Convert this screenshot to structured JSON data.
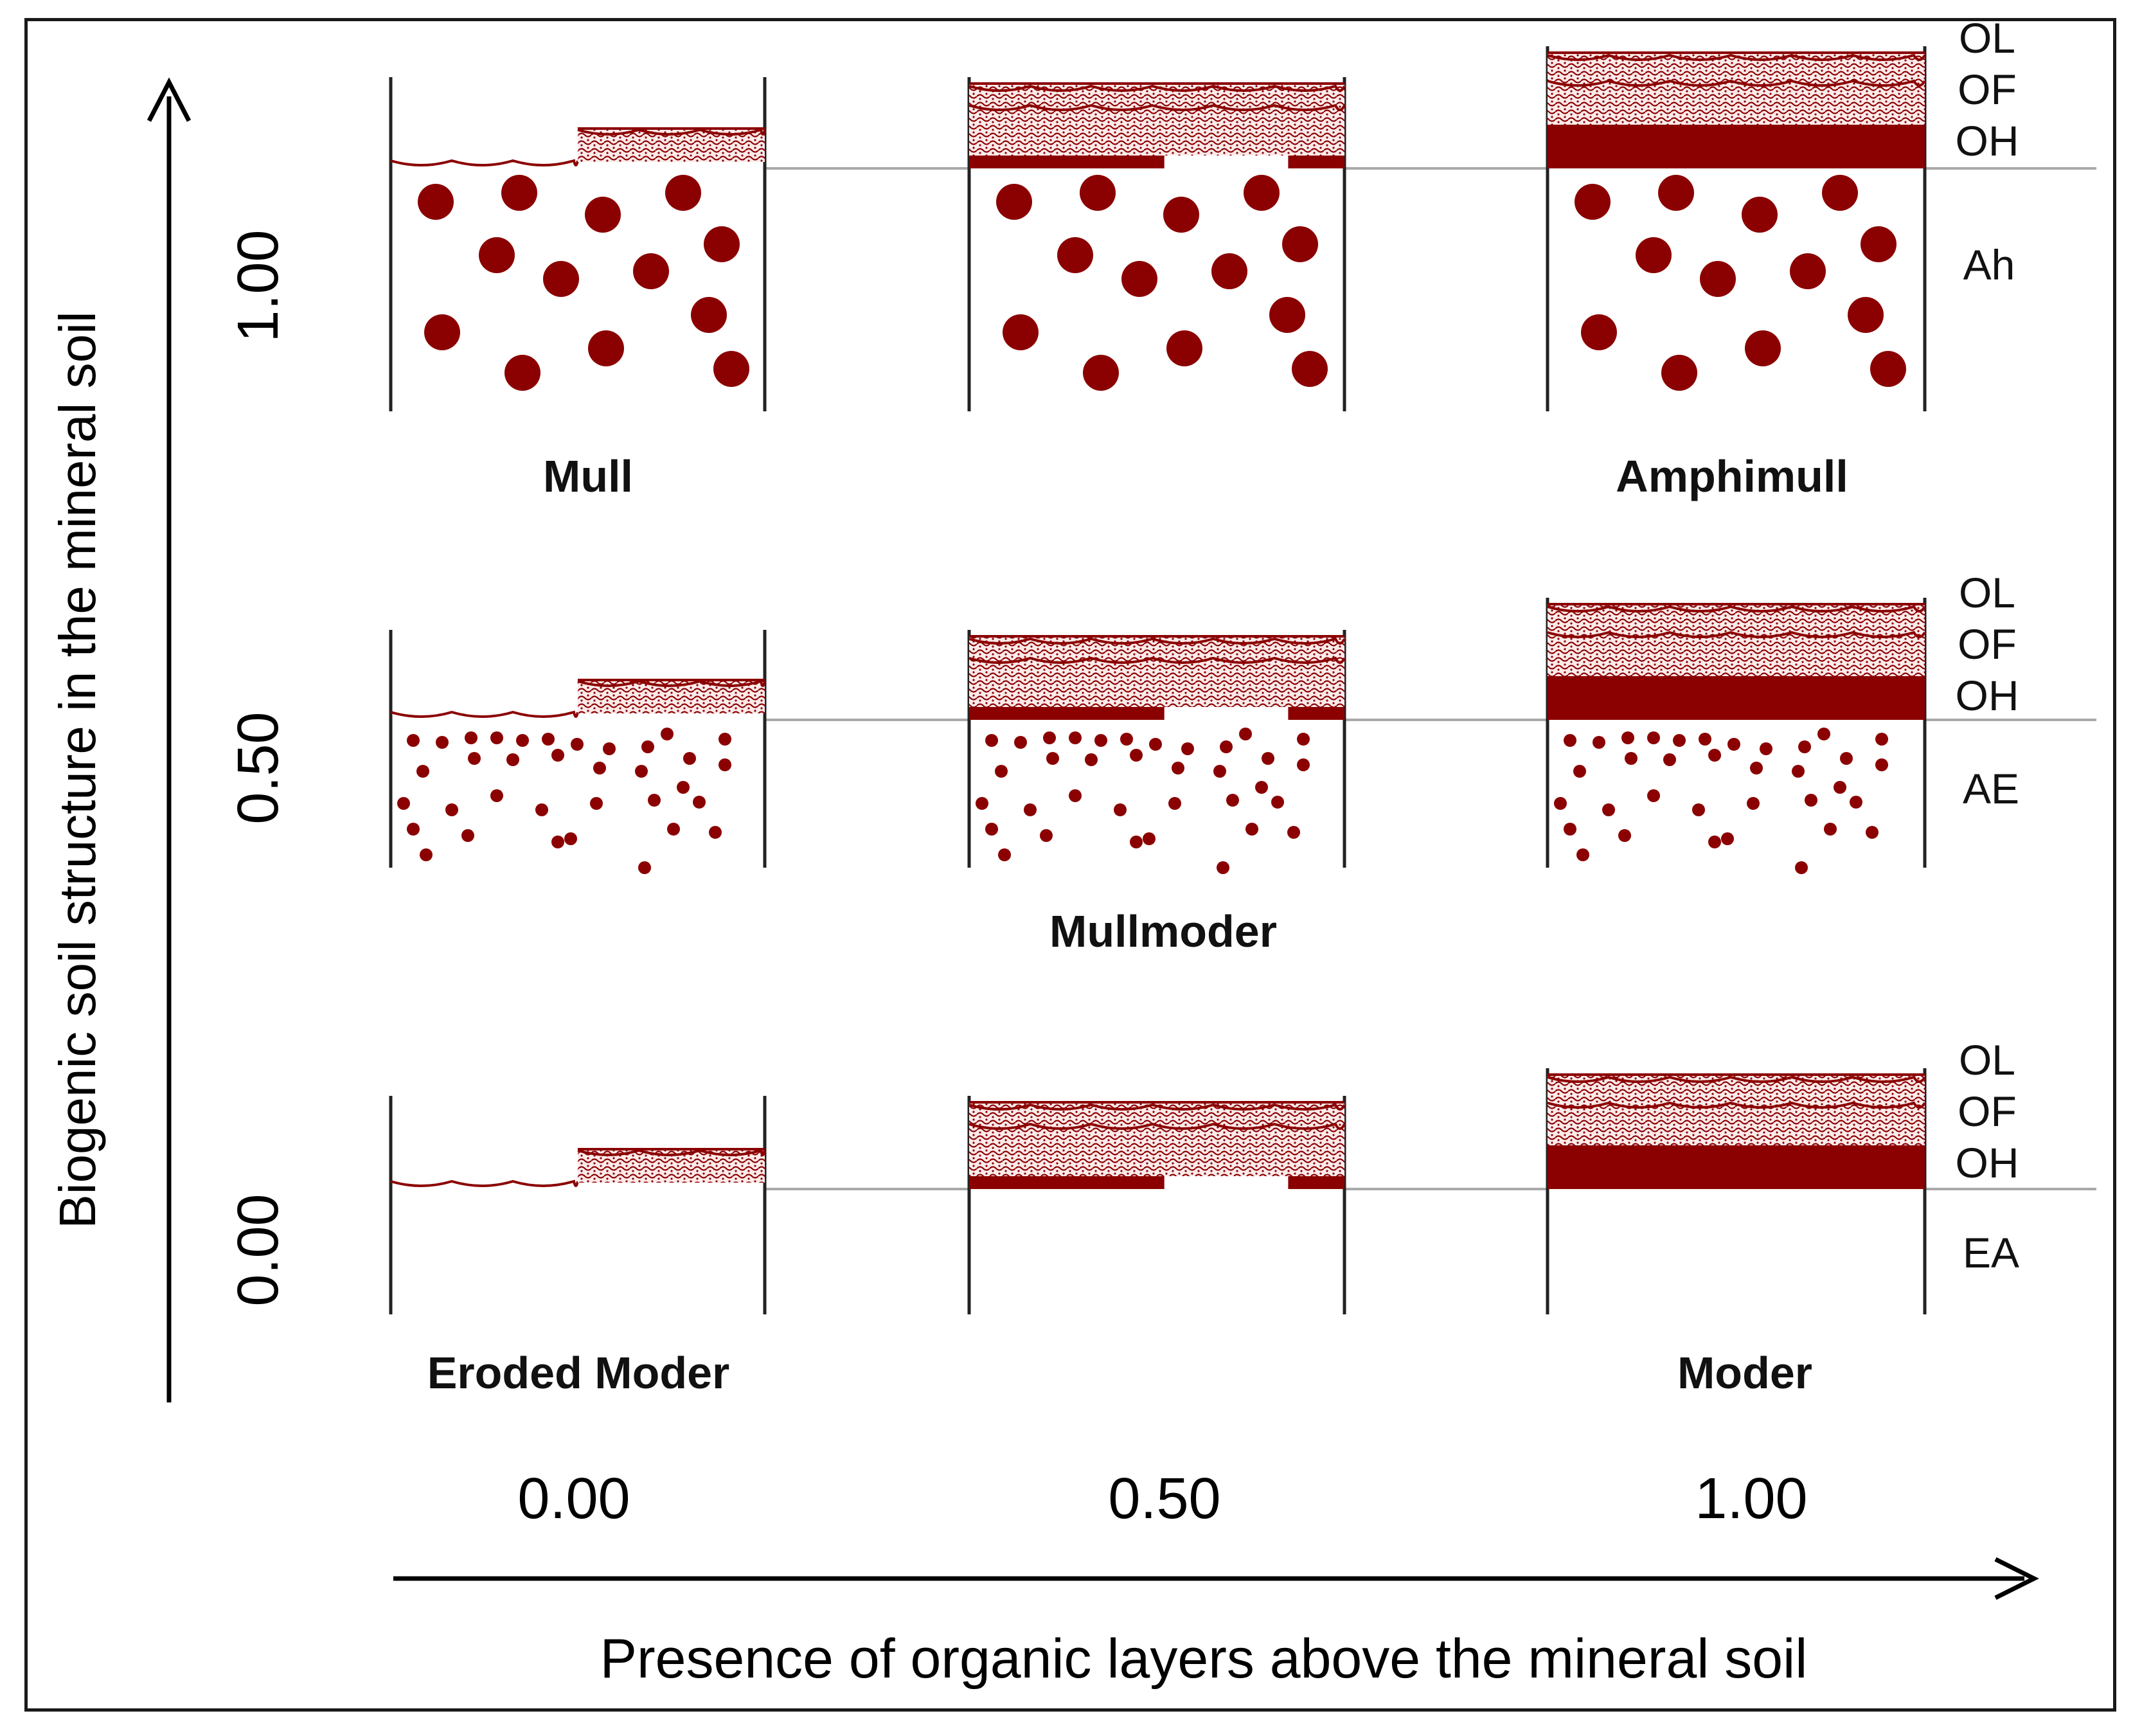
{
  "axes": {
    "x_label": "Presence of organic layers above the mineral soil",
    "y_label": "Biogenic soil structure in the mineral soil",
    "x_ticks": [
      "0.00",
      "0.50",
      "1.00"
    ],
    "y_ticks": [
      "1.00",
      "0.50",
      "0.00"
    ]
  },
  "humus_types": {
    "top_left": "Mull",
    "top_right": "Amphimull",
    "middle": "Mullmoder",
    "bottom_left": "Eroded Moder",
    "bottom_right": "Moder"
  },
  "horizons": {
    "top": [
      "OL",
      "OF",
      "OH",
      "Ah"
    ],
    "middle": [
      "OL",
      "OF",
      "OH",
      "AE"
    ],
    "bottom": [
      "OL",
      "OF",
      "OH",
      "EA"
    ]
  },
  "colors": {
    "soil": "#8b0000",
    "axis": "#000000",
    "ground_line": "#a9a9a9"
  }
}
